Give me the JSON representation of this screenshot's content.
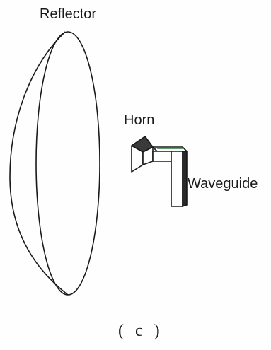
{
  "labels": {
    "reflector": "Reflector",
    "horn": "Horn",
    "waveguide": "Waveguide",
    "caption": "( c )"
  },
  "colors": {
    "ink": "#1a1a1a",
    "reflector_edge_tint": "#8a4a4a",
    "horn_fill": "#3a3a3a",
    "waveguide_accent": "#2e7d3a"
  }
}
